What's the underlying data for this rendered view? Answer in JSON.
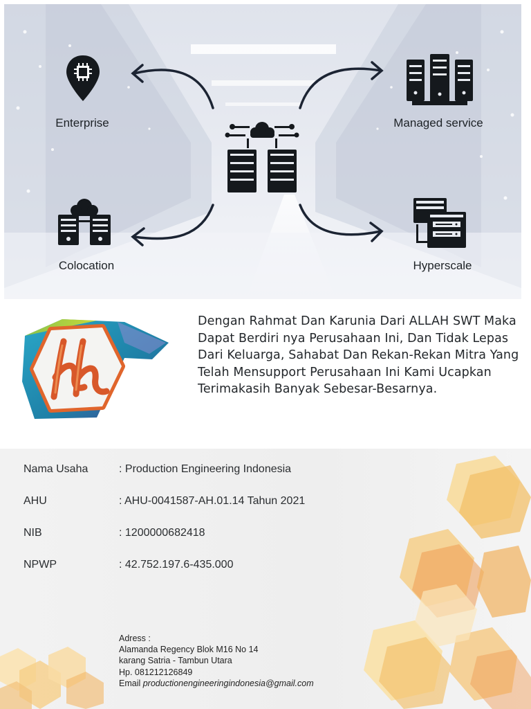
{
  "hero": {
    "nodes": [
      {
        "label": "Enterprise",
        "icon": "location-chip-icon"
      },
      {
        "label": "Managed service",
        "icon": "server-rack-icon"
      },
      {
        "label": "Colocation",
        "icon": "cloud-servers-icon"
      },
      {
        "label": "Hyperscale",
        "icon": "server-windows-icon"
      }
    ],
    "center_icon": "cloud-data-center-icon"
  },
  "intro": {
    "logo_icon": "company-logo-icon",
    "text": "Dengan Rahmat Dan Karunia Dari ALLAH SWT Maka Dapat Berdiri nya Perusahaan Ini, Dan Tidak Lepas Dari Keluarga, Sahabat Dan Rekan-Rekan Mitra Yang Telah Mensupport Perusahaan Ini Kami Ucapkan Terimakasih Banyak Sebesar-Besarnya."
  },
  "company": {
    "rows": [
      {
        "label": "Nama Usaha",
        "value": ": Production Engineering Indonesia"
      },
      {
        "label": "AHU",
        "value": ": AHU-0041587-AH.01.14 Tahun 2021"
      },
      {
        "label": "NIB",
        "value": ": 1200000682418"
      },
      {
        "label": "NPWP",
        "value": ": 42.752.197.6-435.000"
      }
    ]
  },
  "address": {
    "heading": "Adress :",
    "line1": "Alamanda Regency Blok M16 No 14",
    "line2": "karang Satria - Tambun Utara",
    "phone": "Hp. 081212126849",
    "email_label": "Email ",
    "email": "productionengineeringindonesia@gmail.com"
  },
  "colors": {
    "icon": "#15191d",
    "arrow": "#1c2433",
    "hex_light": "#f8dca0",
    "hex_mid": "#f3c06a",
    "hex_dark": "#ef9a52",
    "logo_orange": "#e0652c",
    "logo_teal": "#1e94b0"
  }
}
